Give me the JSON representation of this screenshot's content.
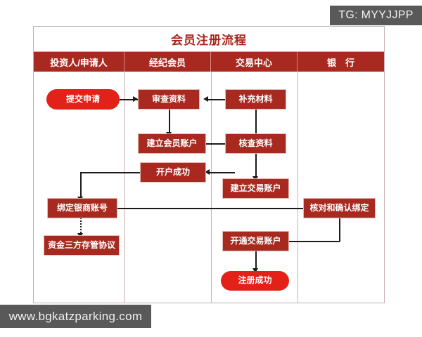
{
  "watermarks": {
    "telegram": "TG: MYYJJPP",
    "website": "www.bgkatzparking.com"
  },
  "diagram": {
    "title": "会员注册流程",
    "columns": [
      {
        "label": "投资人/申请人"
      },
      {
        "label": "经纪会员"
      },
      {
        "label": "交易中心"
      },
      {
        "label": "银　行"
      }
    ],
    "nodes": [
      {
        "id": "submit-application",
        "label": "提交申请",
        "shape": "pill",
        "column": 0
      },
      {
        "id": "review-materials",
        "label": "审查资料",
        "shape": "rect",
        "column": 1
      },
      {
        "id": "supplement-materials",
        "label": "补充材料",
        "shape": "rect",
        "column": 2
      },
      {
        "id": "create-member-account",
        "label": "建立会员账户",
        "shape": "rect",
        "column": 1
      },
      {
        "id": "verify-materials",
        "label": "核查资料",
        "shape": "rect",
        "column": 2
      },
      {
        "id": "account-opened",
        "label": "开户成功",
        "shape": "rect",
        "column": 1
      },
      {
        "id": "create-trade-account",
        "label": "建立交易账户",
        "shape": "rect",
        "column": 2
      },
      {
        "id": "bind-bank-account",
        "label": "绑定银商账号",
        "shape": "rect",
        "column": 0
      },
      {
        "id": "confirm-binding",
        "label": "核对和确认绑定",
        "shape": "rect",
        "column": 3
      },
      {
        "id": "custody-agreement",
        "label": "资金三方存管协议",
        "shape": "rect",
        "column": 0
      },
      {
        "id": "enable-trade-account",
        "label": "开通交易账户",
        "shape": "rect",
        "column": 2
      },
      {
        "id": "registration-success",
        "label": "注册成功",
        "shape": "pill",
        "column": 2
      }
    ],
    "colors": {
      "node_rect": "#a8291f",
      "node_pill": "#e32119",
      "header": "#a8291f",
      "title_text": "#a8261c",
      "frame_border": "#c9aeb0",
      "connector": "#1b1b1b",
      "watermark_bg": "#595959"
    }
  }
}
